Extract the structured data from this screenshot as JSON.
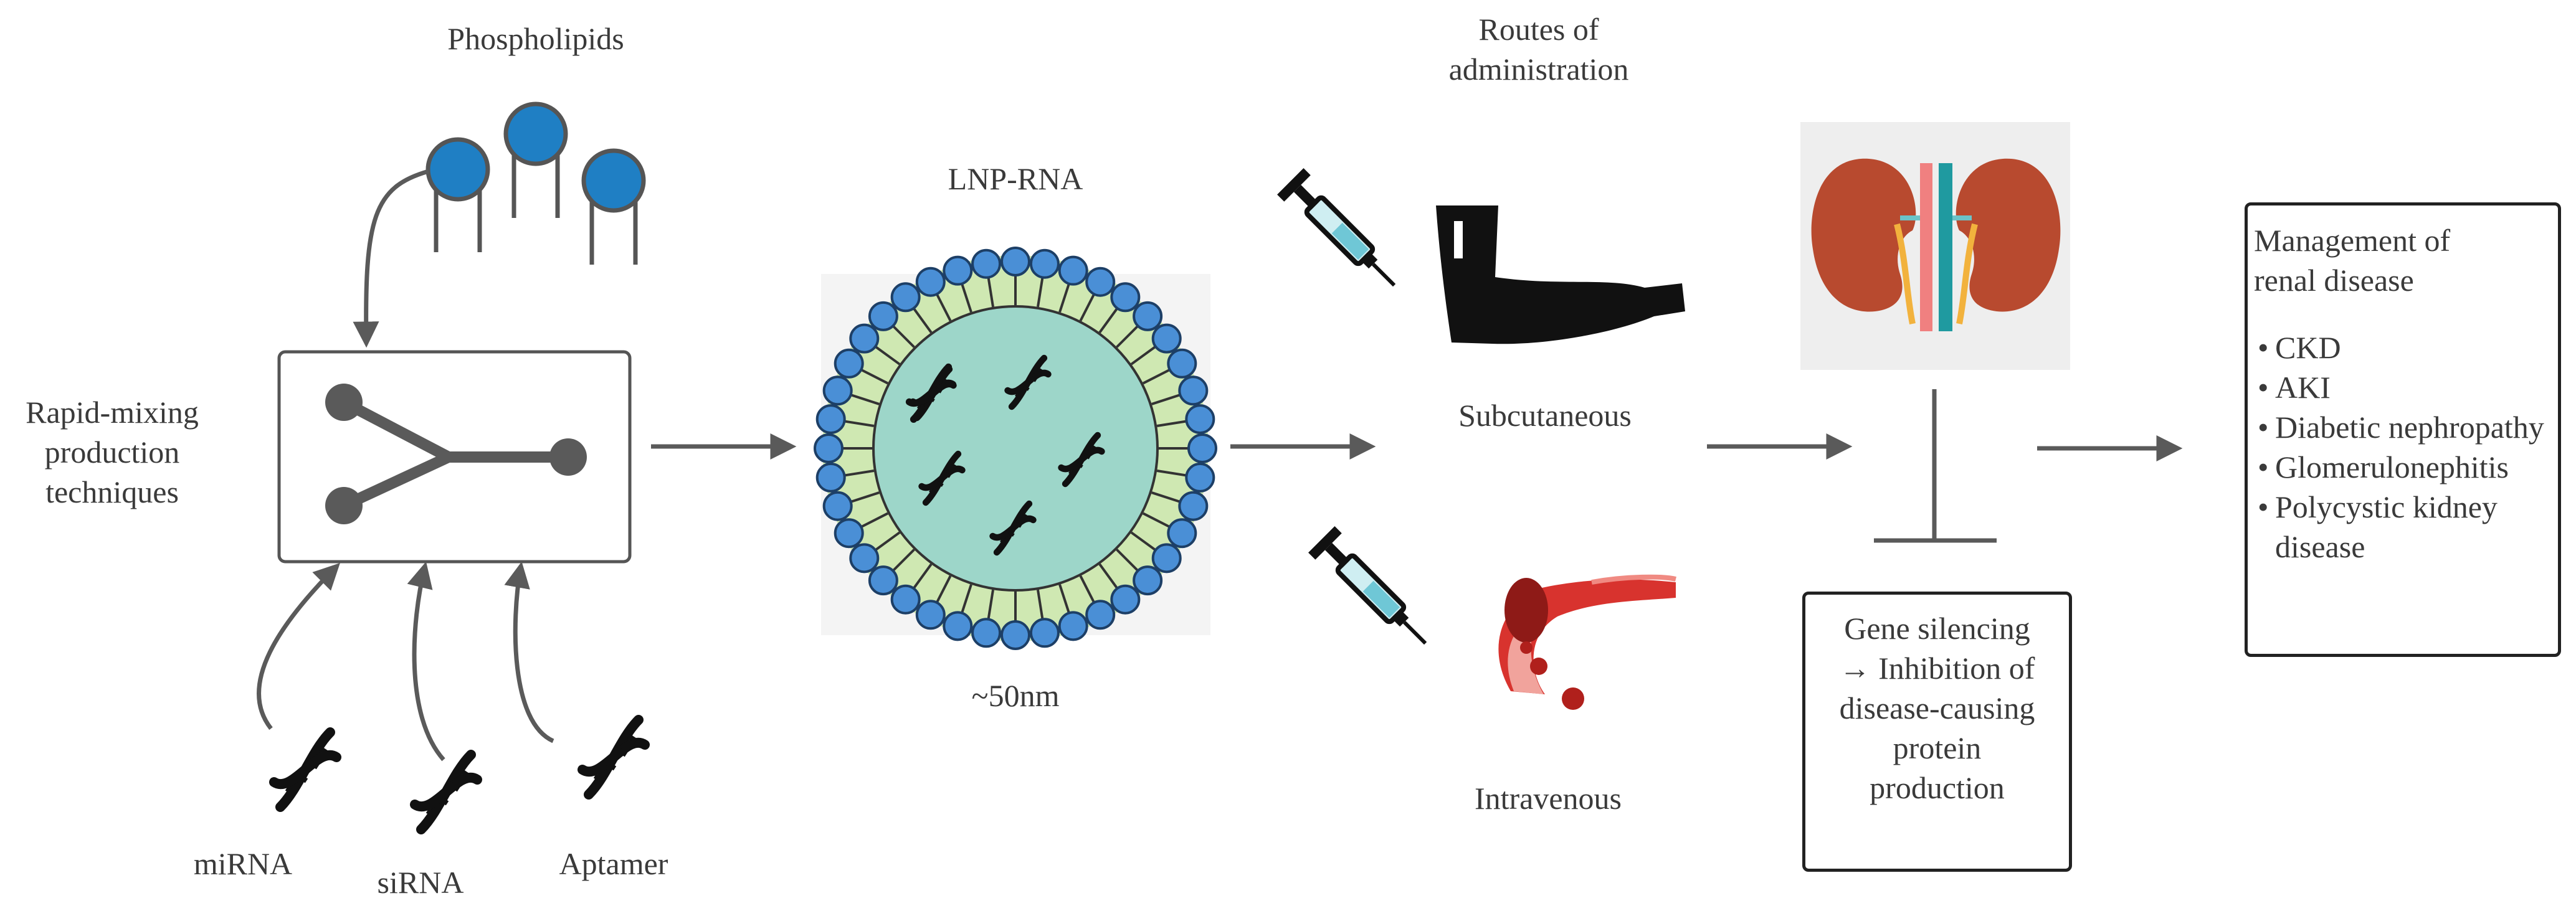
{
  "labels": {
    "phospholipids": "Phospholipids",
    "rapid_mixing": [
      "Rapid-mixing",
      "production",
      "techniques"
    ],
    "lnp_rna": "LNP-RNA",
    "size": "~50nm",
    "routes": [
      "Routes of",
      "administration"
    ],
    "subcutaneous": "Subcutaneous",
    "intravenous": "Intravenous",
    "mirna": "miRNA",
    "sirna": "siRNA",
    "aptamer": "Aptamer"
  },
  "gene_box": {
    "lines": [
      "Gene silencing",
      "→ Inhibition of",
      "disease-causing",
      "protein",
      "production"
    ]
  },
  "management": {
    "title": [
      "Management of",
      "renal disease"
    ],
    "items": [
      "CKD",
      "AKI",
      "Diabetic nephropathy",
      "Glomerulonephitis",
      "Polycystic kidney disease"
    ]
  },
  "icons": [
    "phospholipid-icon",
    "mixer-chip-icon",
    "dna-icon",
    "lnp-particle-icon",
    "syringe-icon",
    "arm-icon",
    "blood-vessel-icon",
    "kidney-icon",
    "inhibition-icon"
  ],
  "colors": {
    "phospholipid_blue": "#1f7fc4",
    "lnp_core": "#9dd6c9",
    "lnp_shell": "#cfe8b2",
    "vessel_red": "#d8332e",
    "kidney_red": "#b84a2f",
    "arrow_gray": "#5a5a5a"
  }
}
